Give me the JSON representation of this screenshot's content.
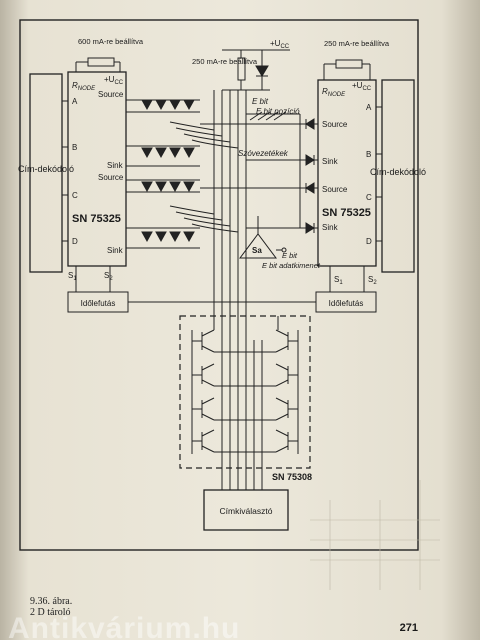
{
  "diagram": {
    "top_left_adjust": "600 mA-re beállítva",
    "top_center_adjust": "250 mA-re beállítva",
    "top_right_adjust": "250 mA-re beállítva",
    "ucc_top": "+U",
    "ucc_top_sub": "CC",
    "left_decoder": "Cím-dekódoló",
    "right_decoder": "Cím-dekódoló",
    "left_chip": {
      "name": "SN 75325",
      "rnode": "R",
      "rnode_sub": "NODE",
      "ucc": "+U",
      "ucc_sub": "CC",
      "pins": [
        "A",
        "B",
        "C",
        "D"
      ],
      "source1": "Source",
      "sink1": "Sink",
      "source2": "Source",
      "sink2": "Sink"
    },
    "right_chip": {
      "name": "SN 75325",
      "rnode": "R",
      "rnode_sub": "NODE",
      "ucc": "+U",
      "ucc_sub": "CC",
      "pins": [
        "A",
        "B",
        "C",
        "D"
      ],
      "source1": "Source",
      "sink1": "Sink",
      "source2": "Source",
      "sink2": "Sink"
    },
    "e_bit_pozicio": "E bit pozíció",
    "szovezetekek": "Szóvezetékek",
    "sa": "Sa",
    "e_bit_adatkimenet": "E bit adatkimenet",
    "s1": "S",
    "s1_sub": "1",
    "s2": "S",
    "s2_sub": "2",
    "left_timing": "Időlefutás",
    "right_timing": "Időlefutás",
    "transistor_chip": "SN 75308",
    "address_selector": "Címkiválasztó"
  },
  "caption": {
    "figure": "9.36. ábra.",
    "title": "2 D tároló"
  },
  "page_number": "271",
  "watermark": "Antikvárium.hu"
}
